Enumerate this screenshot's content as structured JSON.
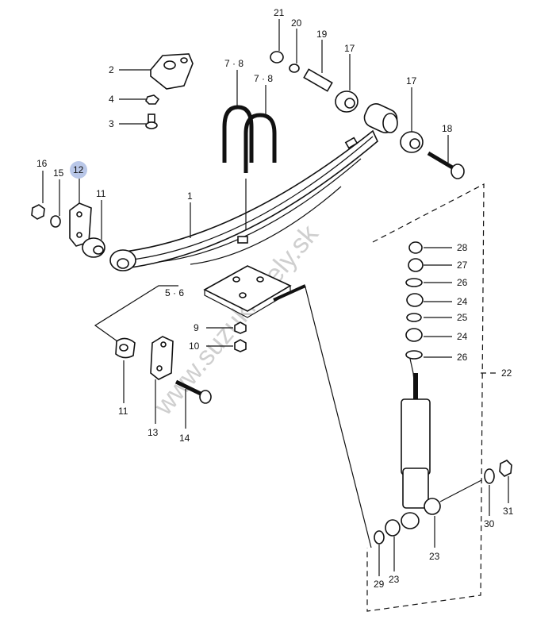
{
  "watermark": "www.suzuki-diely.sk",
  "highlight_color": "#b9c7e8",
  "labels": {
    "l21": "21",
    "l20": "20",
    "l19": "19",
    "l17a": "17",
    "l17b": "17",
    "l18": "18",
    "l2": "2",
    "l4": "4",
    "l3": "3",
    "l78a": "7 · 8",
    "l78b": "7 · 8",
    "l16": "16",
    "l15": "15",
    "l12": "12",
    "l11a": "11",
    "l1": "1",
    "l56": "5 · 6",
    "l9": "9",
    "l10": "10",
    "l11b": "11",
    "l13": "13",
    "l14": "14",
    "l28": "28",
    "l27": "27",
    "l26a": "26",
    "l24a": "24",
    "l25": "25",
    "l24b": "24",
    "l26b": "26",
    "l22": "22",
    "l30": "30",
    "l31": "31",
    "l23a": "23",
    "l23b": "23",
    "l29": "29"
  }
}
